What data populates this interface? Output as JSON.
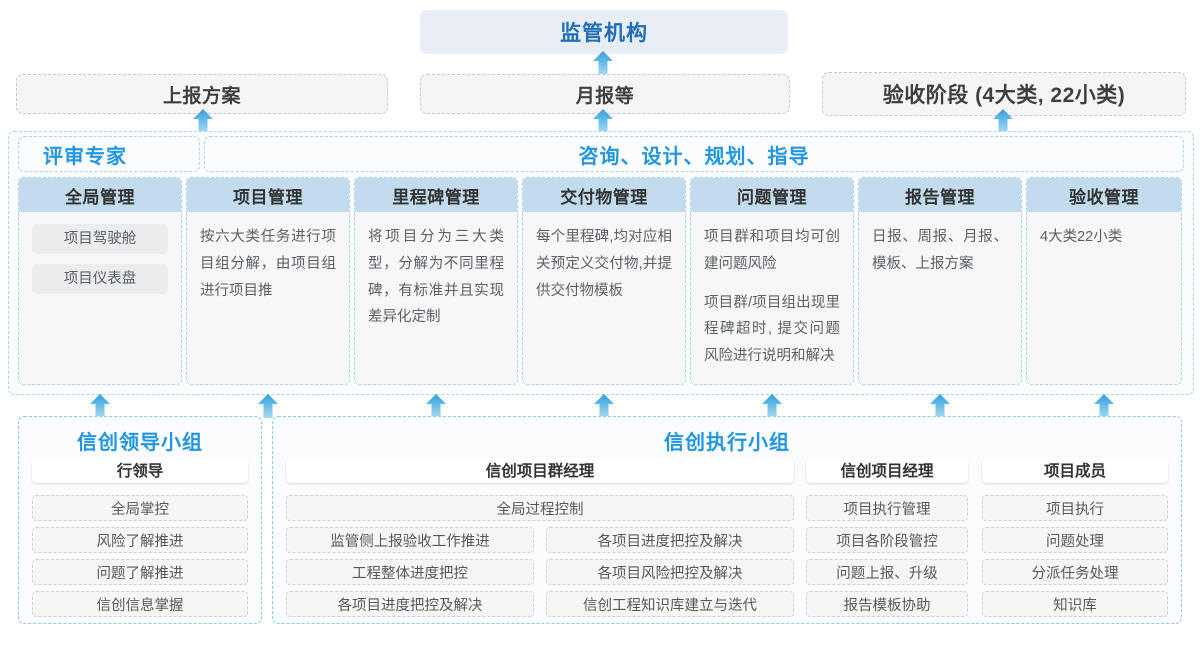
{
  "top": {
    "regulator": "监管机构",
    "reports": [
      {
        "label": "上报方案"
      },
      {
        "label": "月报等"
      },
      {
        "label": "验收阶段 (4大类, 22小类)"
      }
    ]
  },
  "middle": {
    "band_left_title": "评审专家",
    "band_right_title": "咨询、设计、规划、指导",
    "columns": [
      {
        "header": "全局管理",
        "chips": [
          "项目驾驶舱",
          "项目仪表盘"
        ],
        "paragraphs": []
      },
      {
        "header": "项目管理",
        "chips": [],
        "paragraphs": [
          "按六大类任务进行项目组分解，由项目组进行项目推"
        ]
      },
      {
        "header": "里程碑管理",
        "chips": [],
        "paragraphs": [
          "将项目分为三大类型，分解为不同里程碑，有标准并且实现差异化定制"
        ]
      },
      {
        "header": "交付物管理",
        "chips": [],
        "paragraphs": [
          "每个里程碑,均对应相关预定义交付物,并提供交付物模板"
        ]
      },
      {
        "header": "问题管理",
        "chips": [],
        "paragraphs": [
          "项目群和项目均可创建问题风险",
          "项目群/项目组出现里程碑超时, 提交问题风险进行说明和解决"
        ]
      },
      {
        "header": "报告管理",
        "chips": [],
        "paragraphs": [
          "日报、周报、月报、模板、上报方案"
        ]
      },
      {
        "header": "验收管理",
        "chips": [],
        "paragraphs": [
          "4大类22小类"
        ]
      }
    ]
  },
  "bottom": {
    "leader_group": {
      "title": "信创领导小组",
      "role": "行领导",
      "tasks": [
        "全局掌控",
        "风险了解推进",
        "问题了解推进",
        "信创信息掌握"
      ]
    },
    "exec_group": {
      "title": "信创执行小组",
      "pm_group": {
        "role": "信创项目群经理",
        "full_width_task": "全局过程控制",
        "left_tasks": [
          "监管侧上报验收工作推进",
          "工程整体进度把控",
          "各项目进度把控及解决"
        ],
        "right_tasks": [
          "各项目进度把控及解决",
          "各项目风险把控及解决",
          "信创工程知识库建立与迭代"
        ]
      },
      "project_manager": {
        "role": "信创项目经理",
        "tasks": [
          "项目执行管理",
          "项目各阶段管控",
          "问题上报、升级",
          "报告模板协助"
        ]
      },
      "project_member": {
        "role": "项目成员",
        "tasks": [
          "项目执行",
          "问题处理",
          "分派任务处理",
          "知识库"
        ]
      }
    }
  },
  "colors": {
    "accent_blue": "#2196e3",
    "header_blue": "#c3dced",
    "top_box_bg": "#e8edf6",
    "arrow_blue": "#3fa9e8"
  }
}
